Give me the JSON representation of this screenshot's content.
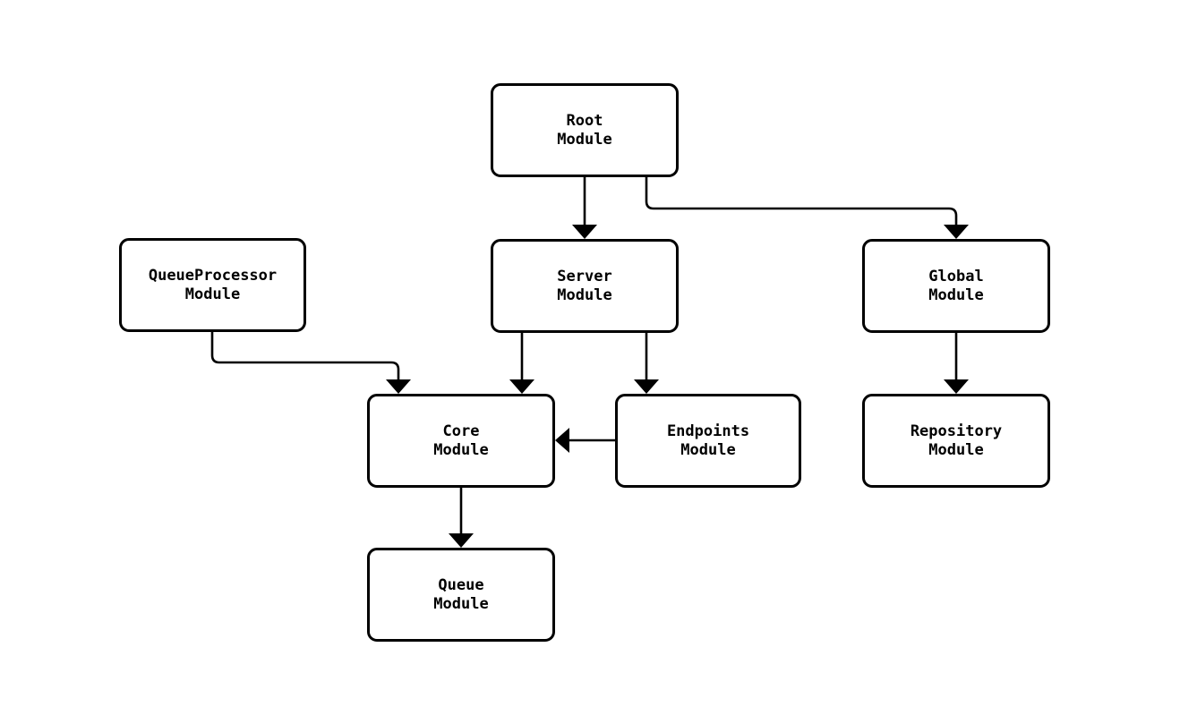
{
  "diagram": {
    "type": "module-dependency-graph",
    "background_color": "#ffffff",
    "node_fill_color": "#ffffff",
    "node_border_color": "#000000",
    "edge_color": "#000000",
    "nodes": {
      "root": {
        "label": "Root\nModule"
      },
      "server": {
        "label": "Server\nModule"
      },
      "global": {
        "label": "Global\nModule"
      },
      "queueprocessor": {
        "label": "QueueProcessor\nModule"
      },
      "core": {
        "label": "Core\nModule"
      },
      "endpoints": {
        "label": "Endpoints\nModule"
      },
      "repository": {
        "label": "Repository\nModule"
      },
      "queue": {
        "label": "Queue\nModule"
      }
    },
    "edges": [
      {
        "from": "Root Module",
        "to": "Server Module"
      },
      {
        "from": "Root Module",
        "to": "Global Module"
      },
      {
        "from": "QueueProcessor Module",
        "to": "Core Module"
      },
      {
        "from": "Server Module",
        "to": "Core Module"
      },
      {
        "from": "Server Module",
        "to": "Endpoints Module"
      },
      {
        "from": "Endpoints Module",
        "to": "Core Module"
      },
      {
        "from": "Global Module",
        "to": "Repository Module"
      },
      {
        "from": "Core Module",
        "to": "Queue Module"
      }
    ]
  }
}
